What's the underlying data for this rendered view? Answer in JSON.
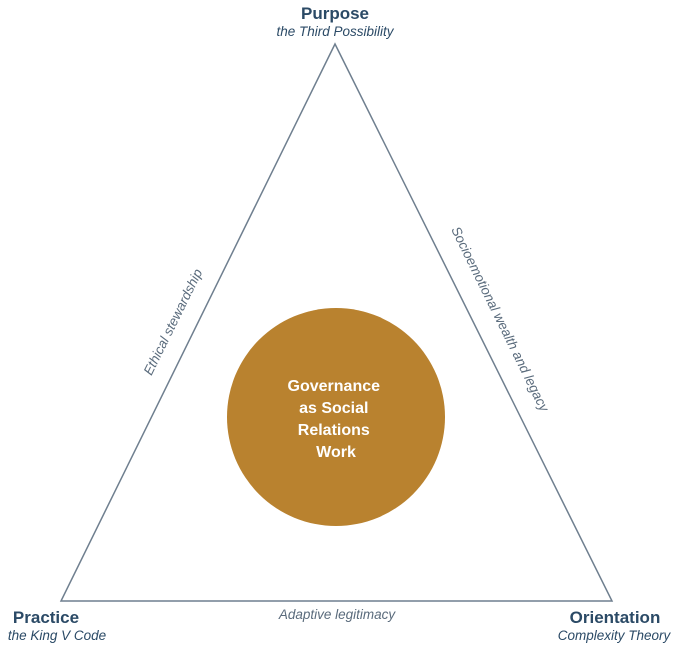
{
  "colors": {
    "triangle_stroke": "#6f7f8f",
    "circle_fill": "#b9822f",
    "title_text": "#2b4a66",
    "edge_text": "#5a6b7c",
    "center_text": "#ffffff"
  },
  "vertices": {
    "top": {
      "title": "Purpose",
      "subtitle": "the Third Possibility"
    },
    "bottom_left": {
      "title": "Practice",
      "subtitle": "the King V Code"
    },
    "bottom_right": {
      "title": "Orientation",
      "subtitle": "Complexity Theory"
    }
  },
  "edges": {
    "left": "Ethical stewardship",
    "right": "Socioemotional wealth and legacy",
    "bottom": "Adaptive legitimacy"
  },
  "center": {
    "lines": [
      "Governance",
      "as Social",
      "Relations",
      "Work"
    ]
  }
}
